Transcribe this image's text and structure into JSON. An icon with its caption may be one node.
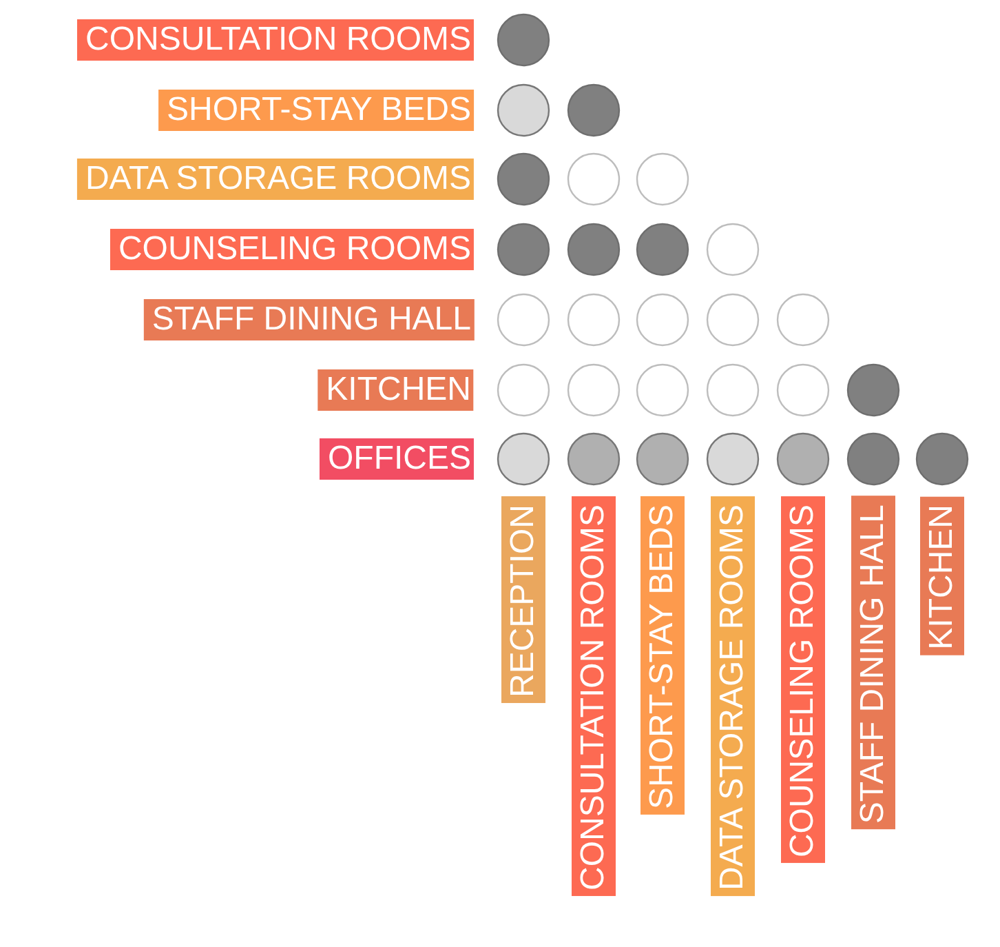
{
  "diagram": {
    "nodes": [
      {
        "text": [
          "CONSULTATION ROOMS"
        ]
      },
      {
        "text": [],
        "shape": "circle"
      },
      {
        "text": [
          "SHORT-STAY BEDS"
        ]
      },
      {
        "text": [],
        "shape": "circle"
      },
      {
        "text": [],
        "shape": "circle"
      },
      {
        "text": [
          "DATA STORAGE ROOMS"
        ]
      },
      {
        "text": [],
        "shape": "circle"
      },
      {
        "text": [],
        "shape": "circle"
      },
      {
        "text": [],
        "shape": "circle"
      },
      {
        "text": [
          "COUNSELING ROOMS"
        ]
      },
      {
        "text": [],
        "shape": "circle"
      },
      {
        "text": [],
        "shape": "circle"
      },
      {
        "text": [],
        "shape": "circle"
      },
      {
        "text": [],
        "shape": "circle"
      },
      {
        "text": [
          "STAFF DINING HALL"
        ]
      },
      {
        "text": [],
        "shape": "circle"
      },
      {
        "text": [],
        "shape": "circle"
      },
      {
        "text": [],
        "shape": "circle"
      },
      {
        "text": [],
        "shape": "circle"
      },
      {
        "text": [],
        "shape": "circle"
      },
      {
        "text": [
          "KITCHEN"
        ]
      },
      {
        "text": [],
        "shape": "circle"
      },
      {
        "text": [],
        "shape": "circle"
      },
      {
        "text": [],
        "shape": "circle"
      },
      {
        "text": [],
        "shape": "circle"
      },
      {
        "text": [],
        "shape": "circle"
      },
      {
        "text": [],
        "shape": "circle"
      },
      {
        "text": [
          "OFFICES"
        ]
      },
      {
        "text": [],
        "shape": "circle"
      },
      {
        "text": [],
        "shape": "circle"
      },
      {
        "text": [],
        "shape": "circle"
      },
      {
        "text": [],
        "shape": "circle"
      },
      {
        "text": [],
        "shape": "circle"
      },
      {
        "text": [],
        "shape": "circle"
      },
      {
        "text": [],
        "shape": "circle"
      },
      {
        "text": [
          "RECEPTION"
        ]
      },
      {
        "text": [
          "CONSULTATION ROOMS"
        ]
      },
      {
        "text": [
          "SHORT-STAY BEDS"
        ]
      },
      {
        "text": [
          "DATA STORAGE ROOMS"
        ]
      },
      {
        "text": [
          "COUNSELING ROOMS"
        ]
      },
      {
        "text": [
          "STAFF DINING HALL"
        ]
      },
      {
        "text": [
          "KITCHEN"
        ]
      }
    ],
    "edges": []
  }
}
